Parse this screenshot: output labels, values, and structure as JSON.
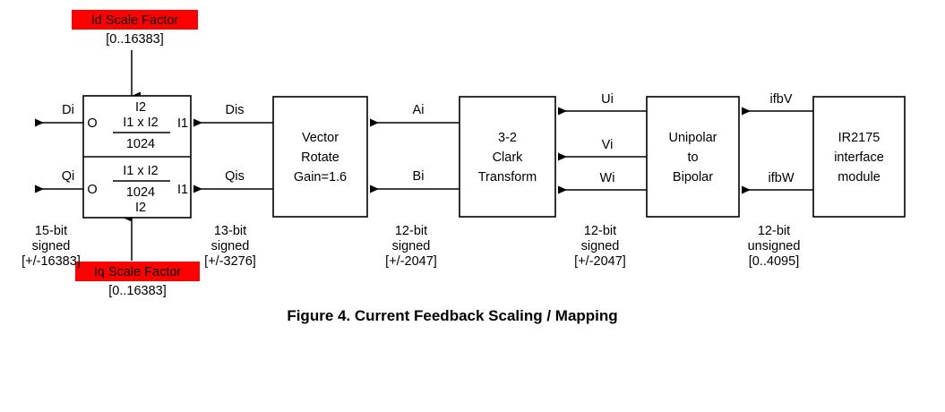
{
  "figure": {
    "caption": "Figure 4. Current Feedback Scaling / Mapping"
  },
  "scale_factors": {
    "id": {
      "label": "Id Scale Factor",
      "range": "[0..16383]",
      "color": "#ff0000"
    },
    "iq": {
      "label": "Iq Scale Factor",
      "range": "[0..16383]",
      "color": "#ff0000"
    }
  },
  "blocks": {
    "scaler": {
      "name": "scaler",
      "upper": {
        "top_operand": "I2",
        "numerator": "I1 x I2",
        "denominator": "1024",
        "out_port": "O",
        "in_port": "I1"
      },
      "lower": {
        "numerator": "I1 x I2",
        "denominator": "1024",
        "bottom_operand": "I2",
        "out_port": "O",
        "in_port": "I1"
      }
    },
    "vector_rotate": {
      "lines": [
        "Vector",
        "Rotate",
        "Gain=1.6"
      ]
    },
    "clark": {
      "lines": [
        "3-2",
        "Clark",
        "Transform"
      ]
    },
    "unipolar": {
      "lines": [
        "Unipolar",
        "to",
        "Bipolar"
      ]
    },
    "ir2175": {
      "lines": [
        "IR2175",
        "interface",
        "module"
      ]
    }
  },
  "signals": {
    "di": "Di",
    "qi": "Qi",
    "dis": "Dis",
    "qis": "Qis",
    "ai": "Ai",
    "bi": "Bi",
    "ui": "Ui",
    "vi": "Vi",
    "wi": "Wi",
    "ifbv": "ifbV",
    "ifbw": "ifbW"
  },
  "bit_notes": {
    "out": [
      "15-bit",
      "signed",
      "[+/-16383]"
    ],
    "dis_qis": [
      "13-bit",
      "signed",
      "[+/-3276]"
    ],
    "ai_bi": [
      "12-bit",
      "signed",
      "[+/-2047]"
    ],
    "uvw": [
      "12-bit",
      "signed",
      "[+/-2047]"
    ],
    "ifb": [
      "12-bit",
      "unsigned",
      "[0..4095]"
    ]
  }
}
